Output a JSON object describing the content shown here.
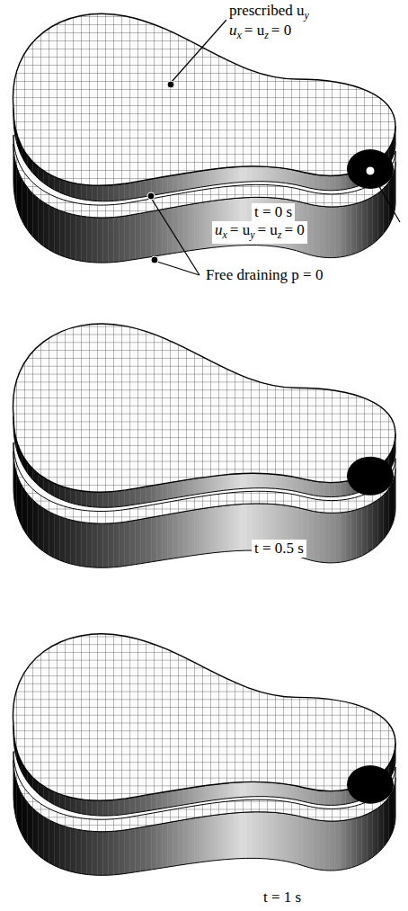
{
  "diagram": {
    "labels": [
      "prescribed u",
      "y",
      "u",
      "x",
      "= u",
      "z",
      "= 0",
      "t = 0 s",
      "u",
      "x",
      "= u",
      "y",
      "= u",
      "z",
      "= 0",
      "Free draining p = 0",
      "t = 0.5 s",
      "t = 1 s"
    ]
  }
}
